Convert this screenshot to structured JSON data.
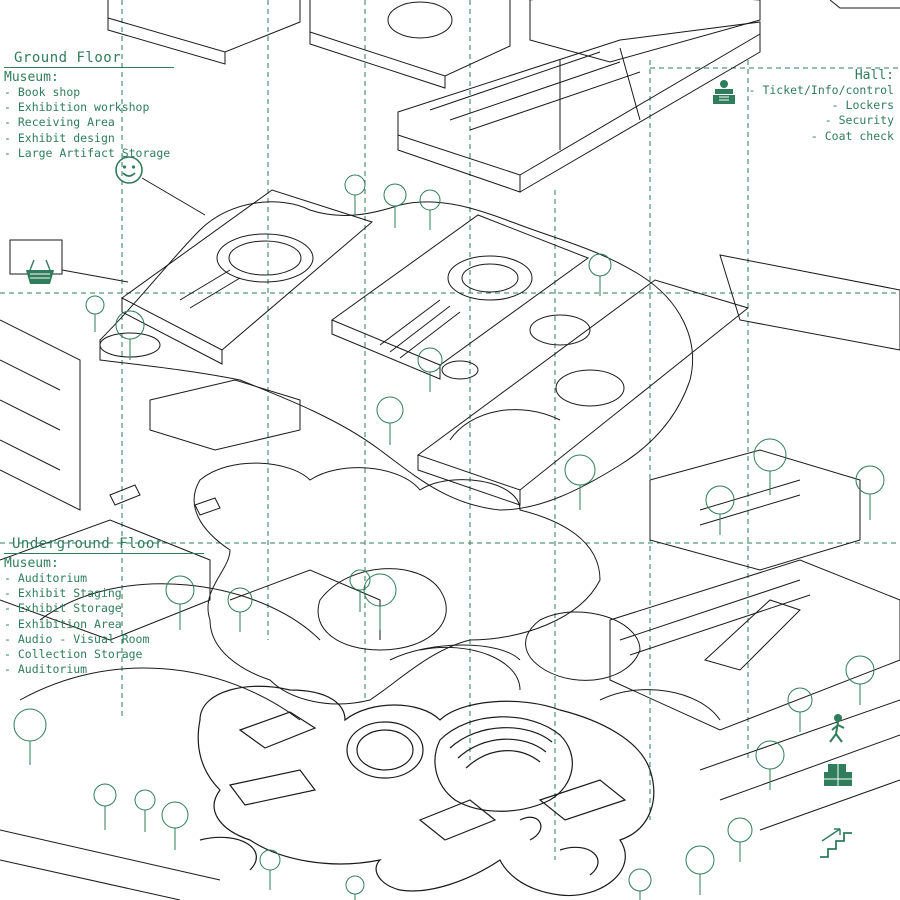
{
  "ground_floor": {
    "heading": "Ground Floor",
    "subheading": "Museum:",
    "items": [
      "Book shop",
      "Exhibition workshop",
      "Receiving Area",
      "Exhibit design",
      "Large Artifact Storage"
    ]
  },
  "hall": {
    "subheading": "Hall:",
    "items": [
      "Ticket/Info/control",
      "Lockers",
      "Security",
      "Coat check"
    ]
  },
  "underground_floor": {
    "heading": "Underground Floor",
    "subheading": "Museum:",
    "items": [
      "Auditorium",
      "Exhibit Staging",
      "Exhibit Storage",
      "Exhibition Area",
      "Audio - Visual Room",
      "Collection Storage",
      "Auditorium"
    ]
  },
  "icons": [
    "smiley-icon",
    "shopping-basket-icon",
    "information-desk-icon",
    "person-with-stairs-icon",
    "stairs-icon"
  ],
  "colors": {
    "accent": "#2f7d5b",
    "line": "#1a1a1a",
    "background": "#ffffff"
  }
}
